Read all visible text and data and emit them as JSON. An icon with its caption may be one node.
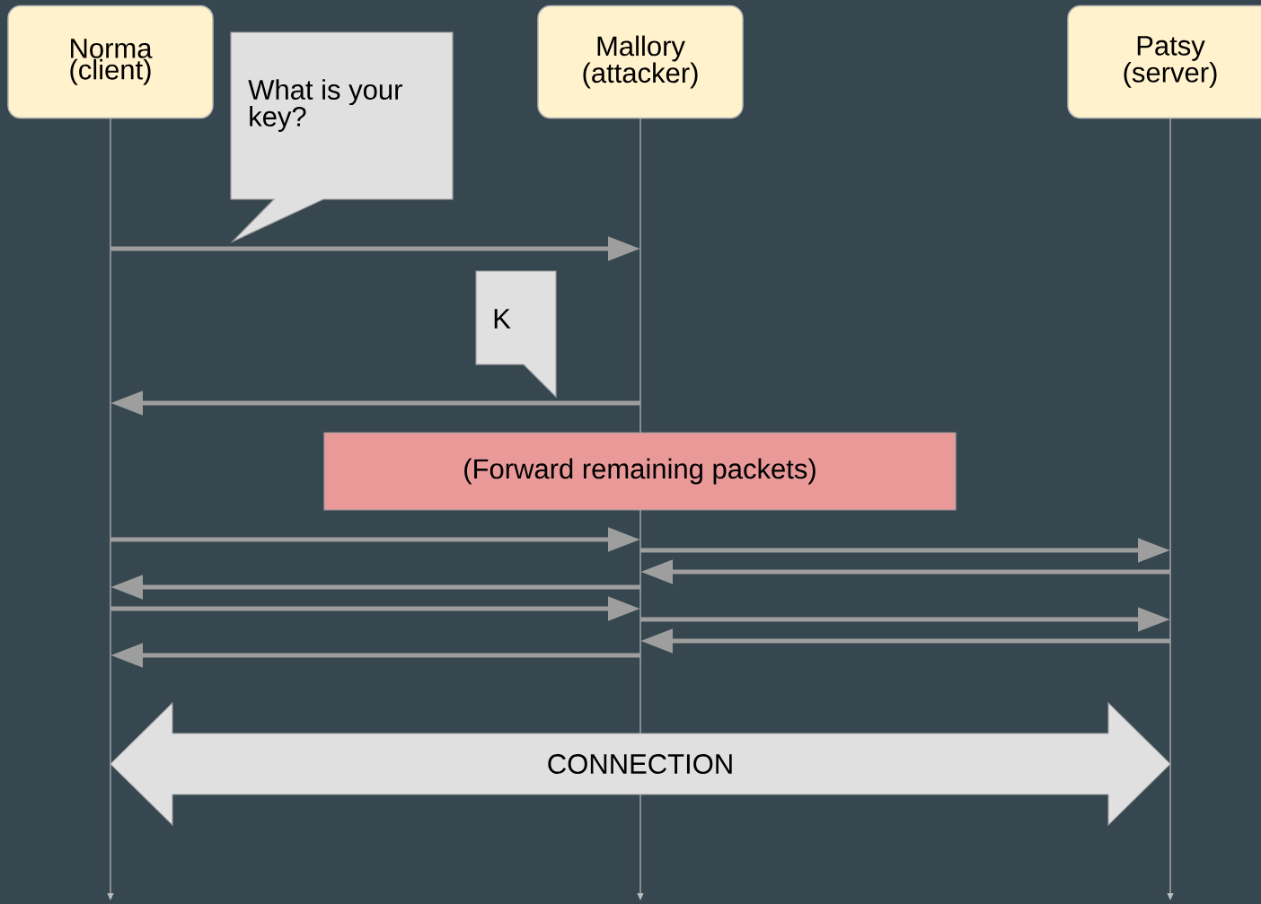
{
  "diagram": {
    "nodes": [
      {
        "text": [
          "Norma (client)"
        ]
      },
      {
        "text": [
          "Mallory (attacker)"
        ]
      },
      {
        "text": [
          "Patsy (server)"
        ]
      },
      {
        "text": [
          "What is your key?"
        ]
      },
      {
        "text": [
          "K"
        ]
      },
      {
        "text": [
          "(Forward remaining packets)"
        ]
      }
    ],
    "edges": [
      {
        "from": 0,
        "to": 1,
        "arrow": "to"
      },
      {
        "from": 1,
        "to": 0,
        "arrow": "to"
      },
      {
        "from": 0,
        "to": 1,
        "arrow": "to"
      },
      {
        "from": 1,
        "to": 2,
        "arrow": "to"
      },
      {
        "from": 2,
        "to": 1,
        "arrow": "to"
      },
      {
        "from": 1,
        "to": 0,
        "arrow": "to"
      },
      {
        "from": 0,
        "to": 1,
        "arrow": "to"
      },
      {
        "from": 1,
        "to": 2,
        "arrow": "to"
      },
      {
        "from": 2,
        "to": 1,
        "arrow": "to"
      },
      {
        "from": 1,
        "to": 0,
        "arrow": "to"
      },
      {
        "from": 0,
        "to": 2,
        "arrow": "both",
        "label": "CONNECTION",
        "style": "thick",
        "color": "#e0e0e0"
      }
    ]
  }
}
